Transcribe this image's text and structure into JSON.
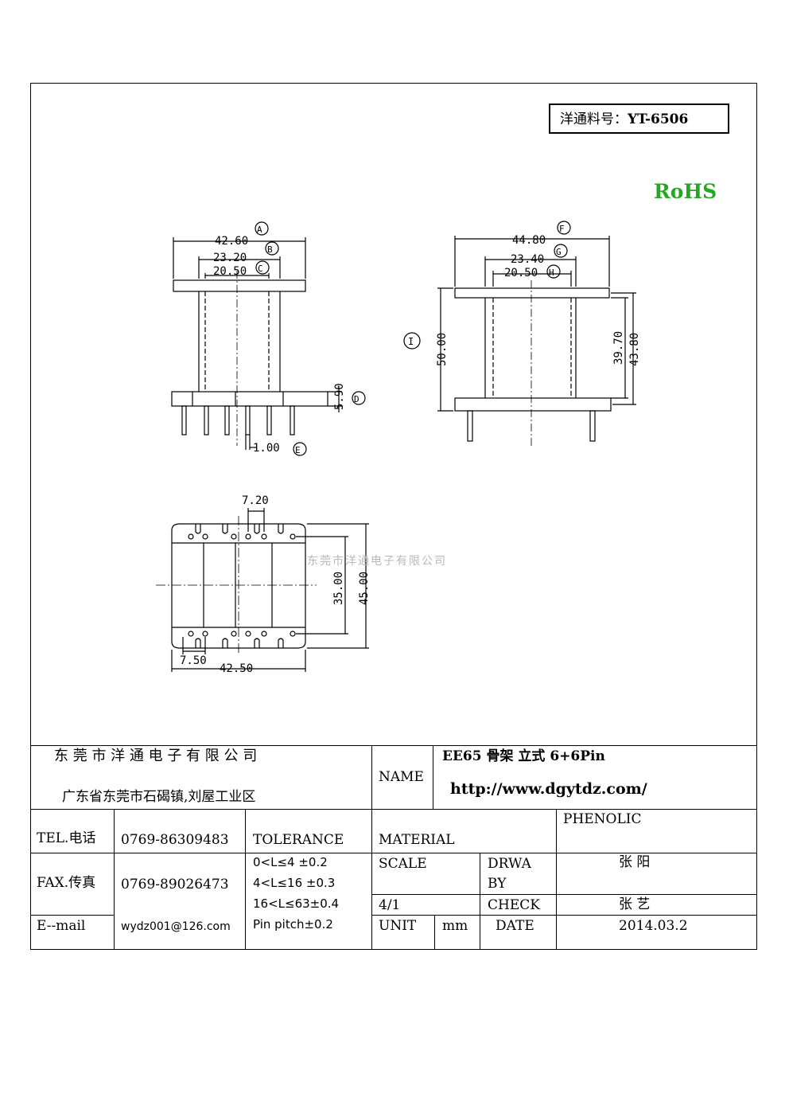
{
  "part_number": {
    "label": "洋通料号：",
    "value": "YT-6506"
  },
  "rohs": "RoHS",
  "watermark": "东莞市洋通电子有限公司",
  "drawing": {
    "front_view": {
      "dim_a": "42.60",
      "dim_b": "23.20",
      "dim_c": "20.50",
      "dim_d": "5.90",
      "dim_e": "1.00",
      "labels": [
        "A",
        "B",
        "C",
        "D",
        "E"
      ]
    },
    "side_view": {
      "dim_f": "44.80",
      "dim_g": "23.40",
      "dim_h": "20.50",
      "dim_i": "50.00",
      "dim_j": "39.70",
      "dim_k": "43.80",
      "labels": [
        "F",
        "G",
        "H",
        "I"
      ]
    },
    "bottom_view": {
      "pitch": "7.20",
      "width": "35.00",
      "depth": "45.00",
      "pin_row": "7.50",
      "length": "42.50"
    }
  },
  "title_block": {
    "company": "东 莞 市 洋 通 电 子 有 限 公 司",
    "address": "广东省东莞市石碣镇,刘屋工业区",
    "name_label": "NAME",
    "product_name": "EE65 骨架  立式  6+6Pin",
    "url": "http://www.dgytdz.com/",
    "tel_label": "TEL.电话",
    "tel": "0769-86309483",
    "tolerance_label": "TOLERANCE",
    "material_label": "MATERIAL",
    "material": "PHENOLIC",
    "fax_label": "FAX.传真",
    "fax": "0769-89026473",
    "tolerances": [
      "0<L≤4   ±0.2",
      "4<L≤16  ±0.3",
      "16<L≤63±0.4",
      "Pin pitch±0.2"
    ],
    "scale_label": "SCALE",
    "scale": "4/1",
    "drawn_by_label_1": "DRWA",
    "drawn_by_label_2": "BY",
    "drawn_by": "张 阳",
    "check_label": "CHECK",
    "checked_by": "张 艺",
    "email_label": "E--mail",
    "email": "wydz001@126.com",
    "unit_label": "UNIT",
    "unit": "mm",
    "date_label": "DATE",
    "date": "2014.03.2"
  }
}
